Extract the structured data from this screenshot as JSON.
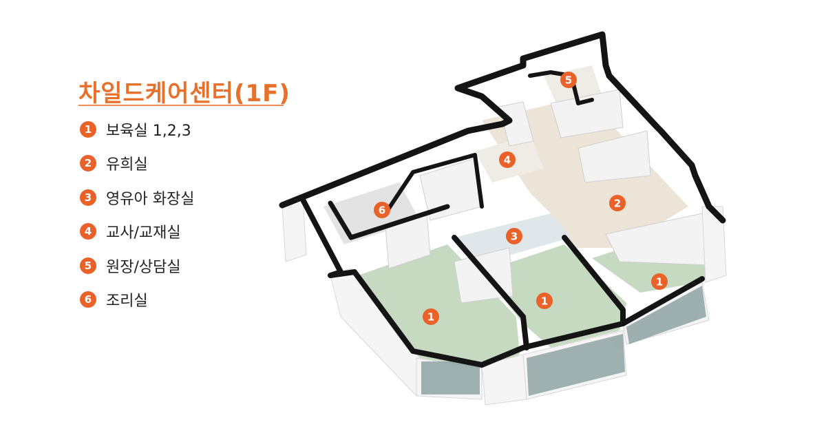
{
  "title": "차일드케어센터(1F)",
  "legend": [
    {
      "num": "1",
      "label": "보육실 1,2,3"
    },
    {
      "num": "2",
      "label": "유희실"
    },
    {
      "num": "3",
      "label": "영유아 화장실"
    },
    {
      "num": "4",
      "label": "교사/교재실"
    },
    {
      "num": "5",
      "label": "원장/상담실"
    },
    {
      "num": "6",
      "label": "조리실"
    }
  ],
  "plan_markers": [
    "5",
    "4",
    "2",
    "6",
    "3",
    "1",
    "1",
    "1"
  ],
  "colors": {
    "accent": "#e8622a",
    "title": "#e8702a",
    "floor_green": "#c5d8c0",
    "floor_wood": "#ece4d6",
    "wall_dark": "#141414",
    "wall_light": "#f4f4f4"
  }
}
